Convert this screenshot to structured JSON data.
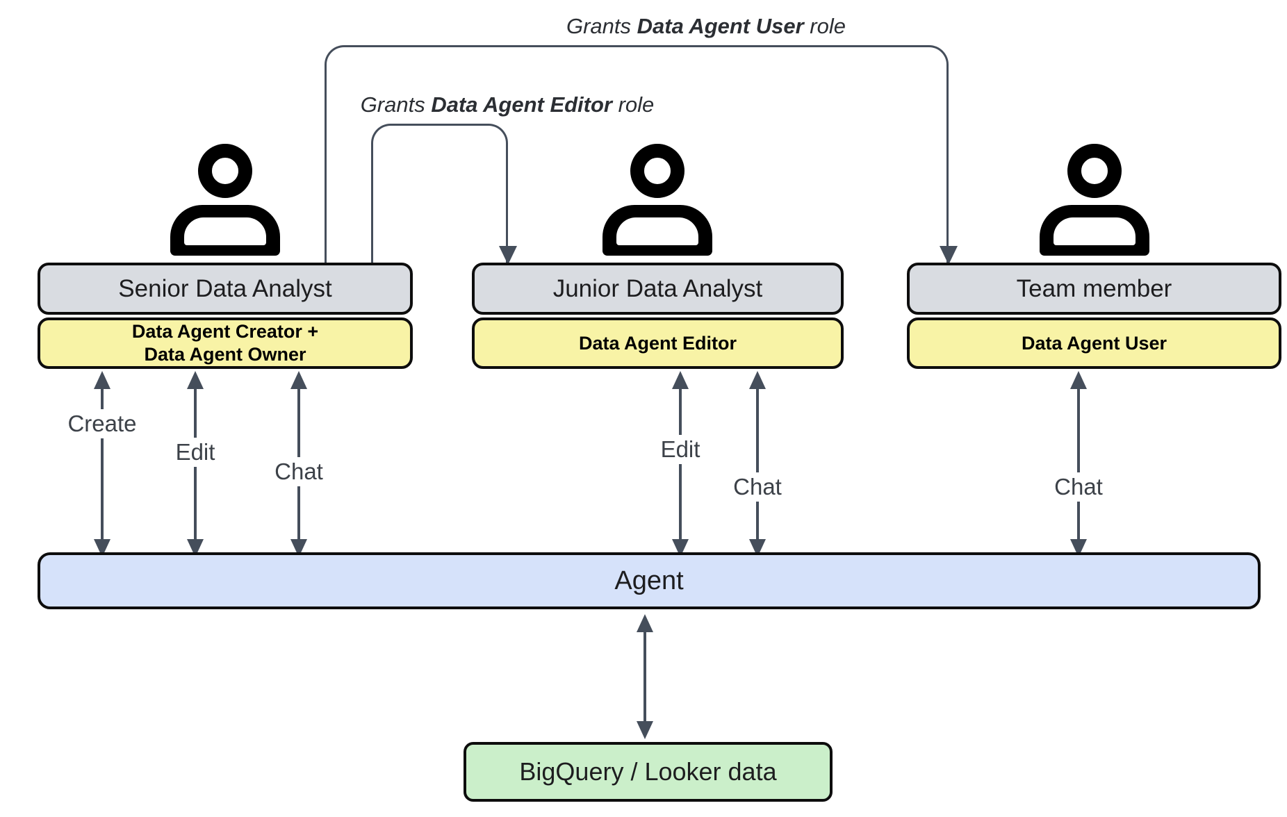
{
  "colors": {
    "gray": "#d9dce1",
    "yellow": "#f8f3a6",
    "blue": "#d6e2fa",
    "green": "#cbefca",
    "line": "#454e5b",
    "border": "#0d0d0d"
  },
  "grants": [
    {
      "prefix": "Grants ",
      "role": "Data Agent User",
      "suffix": " role"
    },
    {
      "prefix": "Grants ",
      "role": "Data Agent Editor",
      "suffix": " role"
    }
  ],
  "actors": [
    {
      "name": "Senior Data Analyst",
      "role": "Data Agent Creator +\nData Agent Owner",
      "actions": [
        "Create",
        "Edit",
        "Chat"
      ]
    },
    {
      "name": "Junior Data Analyst",
      "role": "Data Agent Editor",
      "actions": [
        "Edit",
        "Chat"
      ]
    },
    {
      "name": "Team member",
      "role": "Data Agent User",
      "actions": [
        "Chat"
      ]
    }
  ],
  "agent": {
    "label": "Agent"
  },
  "datasource": {
    "label": "BigQuery / Looker data"
  }
}
